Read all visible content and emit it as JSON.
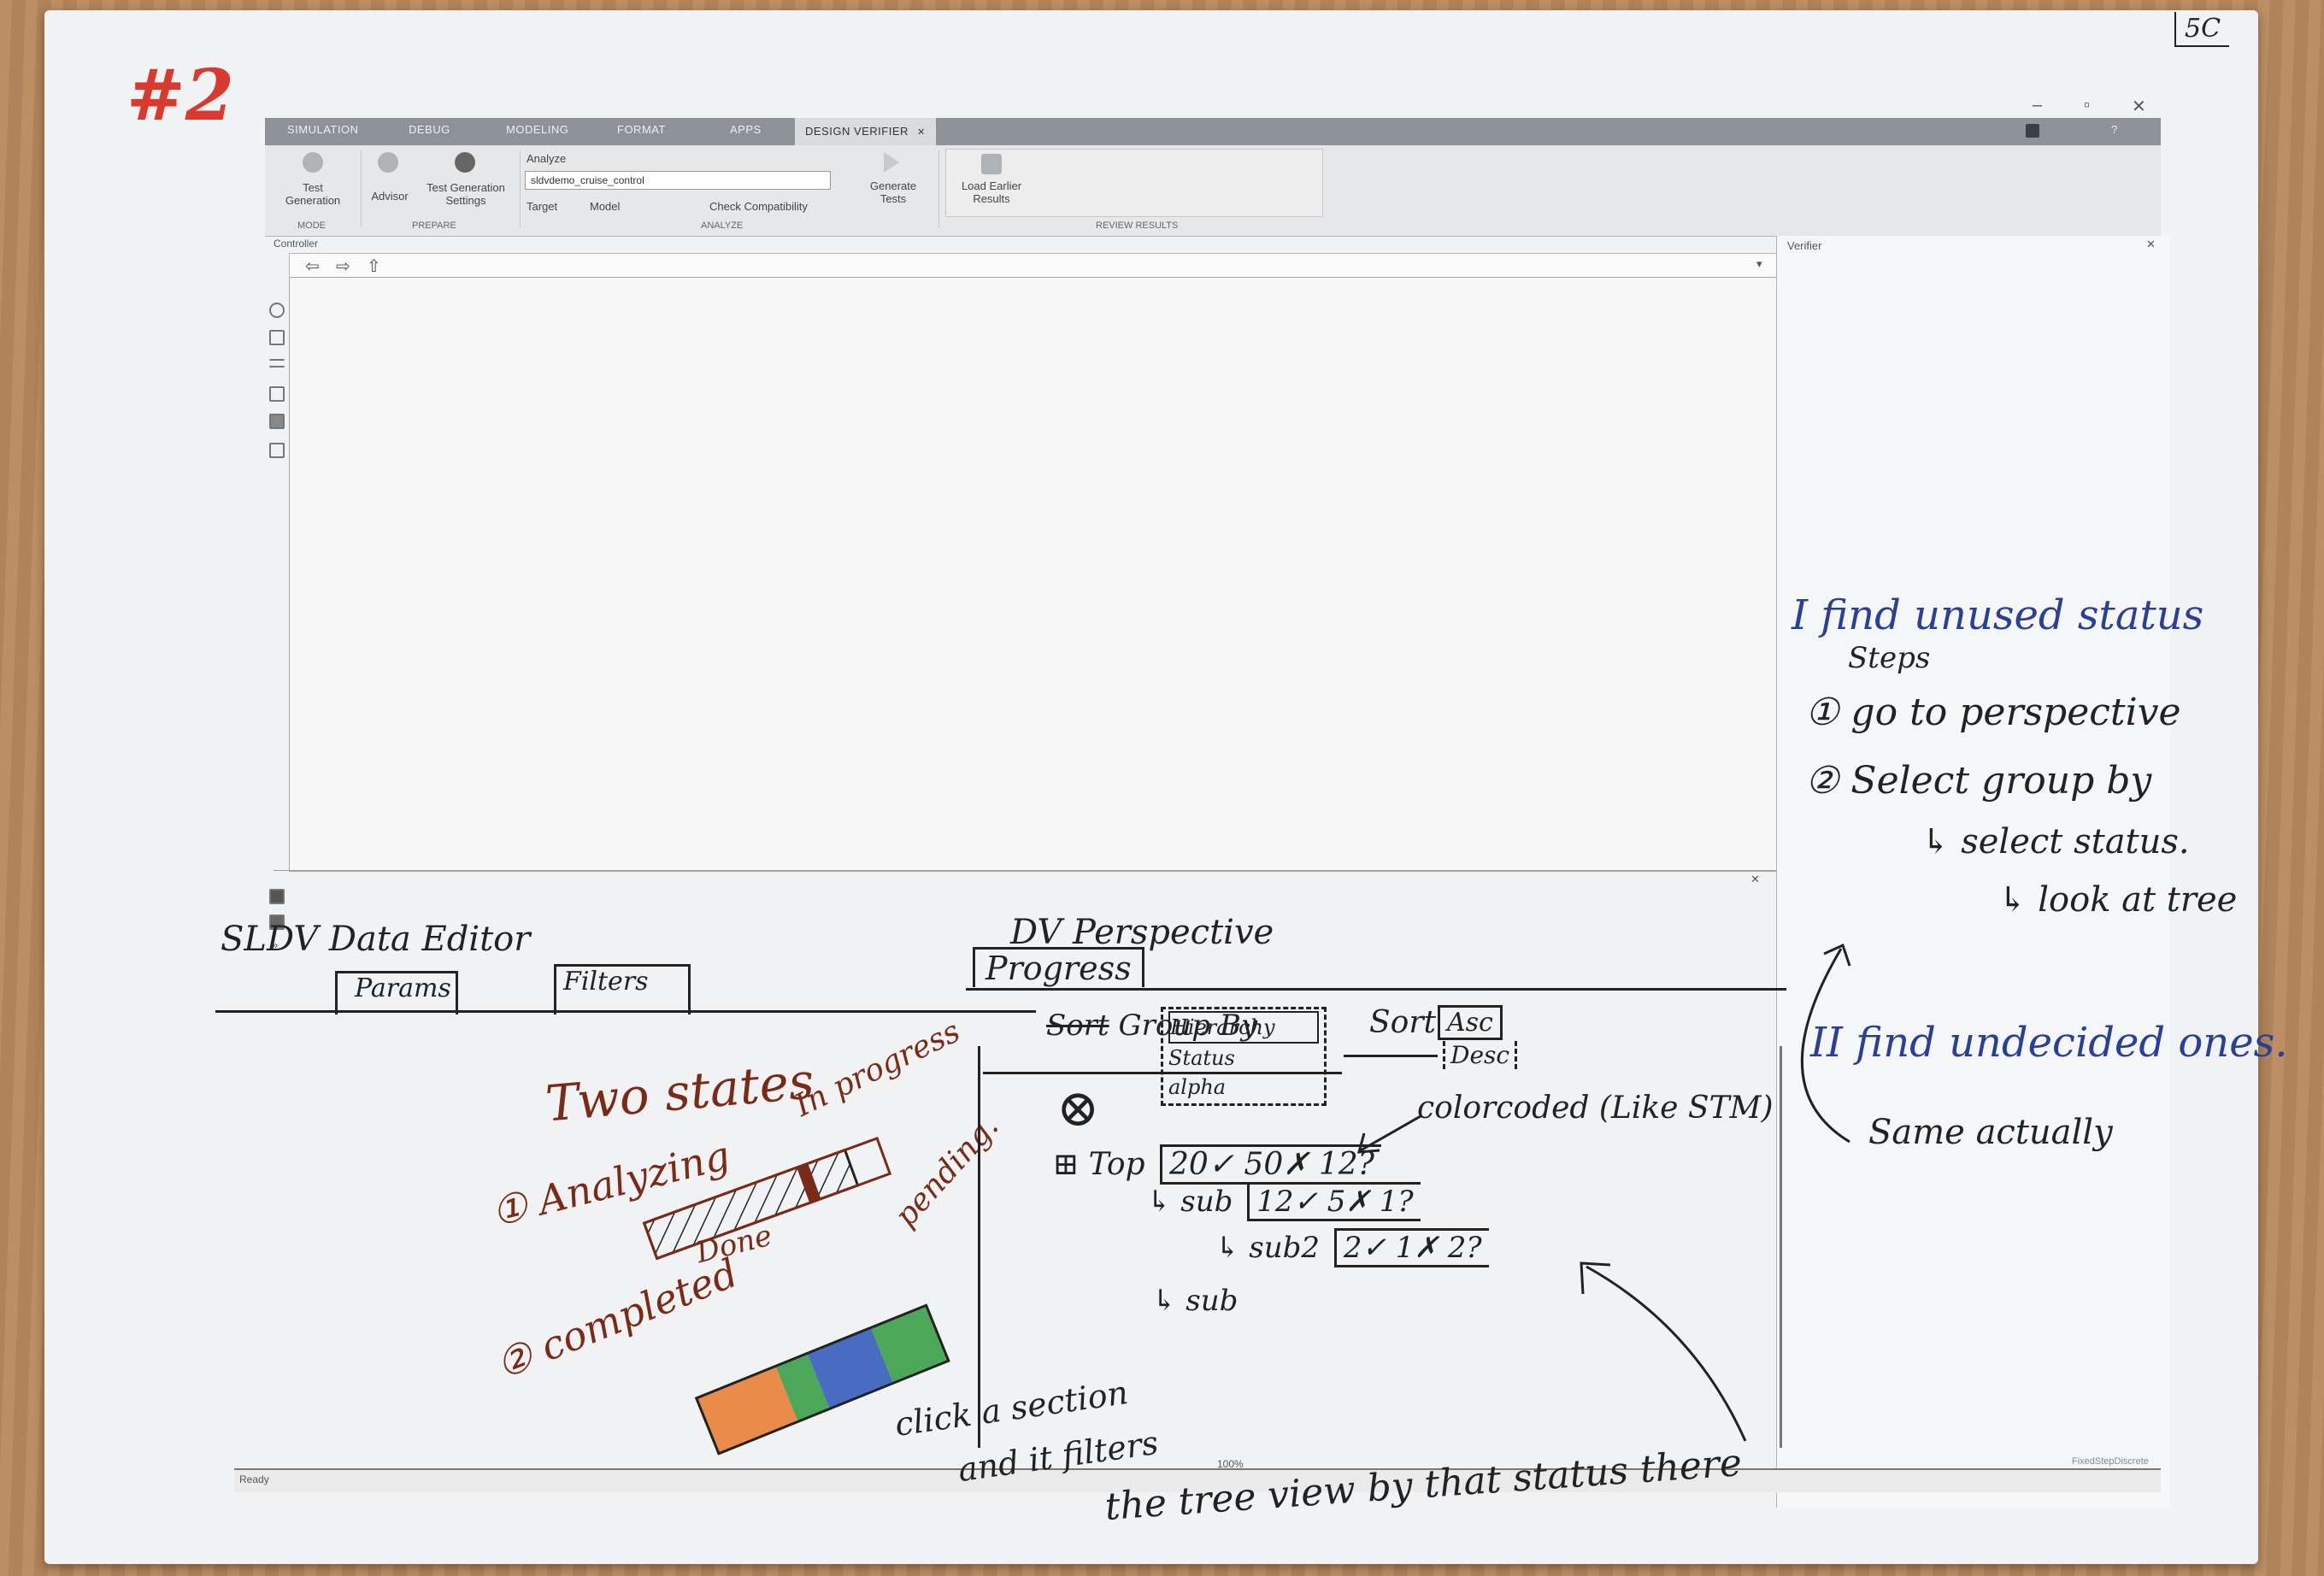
{
  "sheet": {
    "corner_mark": "5C",
    "sketch_number": "#2"
  },
  "window": {
    "controls": {
      "minimize": "–",
      "restore": "▫",
      "close": "✕"
    },
    "tabs": [
      "SIMULATION",
      "DEBUG",
      "MODELING",
      "FORMAT",
      "APPS",
      "DESIGN VERIFIER"
    ],
    "active_tab_close": "✕"
  },
  "ribbon": {
    "test_generation": "Test\nGeneration",
    "advisor": "Advisor",
    "test_generation_settings": "Test Generation\nSettings",
    "analyze_label": "Analyze",
    "model_name": "sldvdemo_cruise_control",
    "target_label": "Target",
    "model_label": "Model",
    "check_compat": "Check Compatibility",
    "generate_tests": "Generate\nTests",
    "load_earlier": "Load Earlier\nResults",
    "sections": {
      "mode": "MODE",
      "prepare": "PREPARE",
      "analyze": "ANALYZE",
      "review": "REVIEW RESULTS"
    }
  },
  "panels": {
    "controller_tab": "Controller",
    "verifier_title": "Verifier",
    "status_ready": "Ready",
    "zoom": "100%",
    "solver": "FixedStepDiscrete"
  },
  "sketch_left": {
    "editor_title": "SLDV Data Editor",
    "tab1": "Params",
    "tab2": "Filters",
    "states_title": "Two states",
    "state1": "① Analyzing",
    "in_progress": "In progress",
    "done": "Done",
    "pending": "pending.",
    "state2": "② completed",
    "click_note1": "click a section",
    "click_note2": "and it filters",
    "click_note3": "the tree view by that status there"
  },
  "sketch_mid": {
    "perspective_title": "DV Perspective",
    "progress_tab": "Progress",
    "group_by": "Group By",
    "group_struck": "Sort",
    "options": [
      "Hierarchy",
      "Status",
      "alpha"
    ],
    "sort_label": "Sort",
    "sort_asc": "Asc",
    "sort_desc": "Desc",
    "color_note": "colorcoded (Like STM)",
    "tree": [
      {
        "label": "⊞ Top",
        "badge": "20✓ 50✗ 12?"
      },
      {
        "label": "↳ sub",
        "badge": "12✓ 5✗ 1?"
      },
      {
        "label": "↳ sub2",
        "badge": "2✓ 1✗ 2?"
      },
      {
        "label": "↳ sub",
        "badge": ""
      }
    ]
  },
  "sketch_right": {
    "heading1": "I  find unused status",
    "steps": "Steps",
    "step1": "① go to perspective",
    "step2": "② Select group by",
    "step2a": "↳ select status.",
    "step2b": "↳ look at tree",
    "heading2": "II  find undecided ones.",
    "same": "Same actually"
  },
  "colors": {
    "marker_red": "#d83a2f",
    "ink_blue": "#2a3f9a",
    "ink_brown": "#7a2b18",
    "orange": "#e8792b",
    "green": "#2f9a3c",
    "blue": "#2a55b8"
  }
}
